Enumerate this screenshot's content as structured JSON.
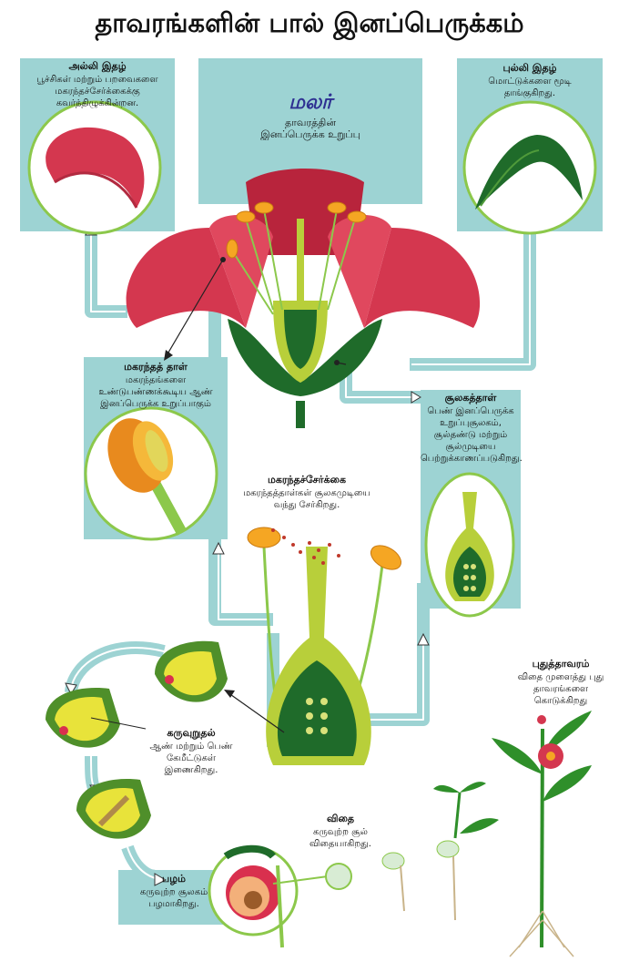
{
  "title": "தாவரங்களின் பால் இனப்பெருக்கம்",
  "flower": {
    "name": "மலர்",
    "desc": "தாவரத்தின் இனப்பெருக்க உறுப்பு"
  },
  "petal": {
    "heading": "அல்லி இதழ்",
    "text": "பூச்சிகள் மற்றும் பறவைகளை மகரந்தச்சேர்க்கைக்கு கவர்ந்திழுக்கின்றன."
  },
  "sepal": {
    "heading": "புல்லி இதழ்",
    "text": "மொட்டுக்களை மூடி தாங்குகிறது."
  },
  "stamen": {
    "heading": "மகரந்தத் தாள்",
    "text": "மகரந்தங்களை உண்டுபண்ணக்கூடிய ஆண் இனப்பெருக்க உறுப்பாகும்"
  },
  "pistil": {
    "heading": "சூலகத்தாள்",
    "text": "பெண் இனப்பெருக்க உறுப்புசூலகம், சூல்தண்டு மற்றும் சூல்முடியை பெற்றுக்காணப்படுகிறது."
  },
  "pollination": {
    "heading": "மகரந்தச்சேர்க்கை",
    "text": "மகரந்தத்தாள்கள் சூலகமுடியை வந்து சேர்கிறது."
  },
  "fertilisation": {
    "heading": "கருவுறுதல்",
    "text": "ஆண் மற்றும் பெண் கேமீட்டுகள் இணைகிறது."
  },
  "fruit": {
    "heading": "பழம்",
    "text": "கருவுற்ற சூலகம் பழமாகிறது."
  },
  "seed": {
    "heading": "விதை",
    "text": "கருவுற்ற சூல் விதையாகிறது."
  },
  "newplant": {
    "heading": "புதுத்தாவரம்",
    "text": "விதை முளைத்து புது தாவரங்களை கொடுக்கிறது"
  },
  "colors": {
    "panel": "#9dd3d3",
    "path": "#9dd3d3",
    "outline": "#ffffff",
    "petal": "#d4374f",
    "sepal": "#1f6b2a",
    "ovary": "#b8cf3a",
    "ring": "#8cc84b"
  }
}
